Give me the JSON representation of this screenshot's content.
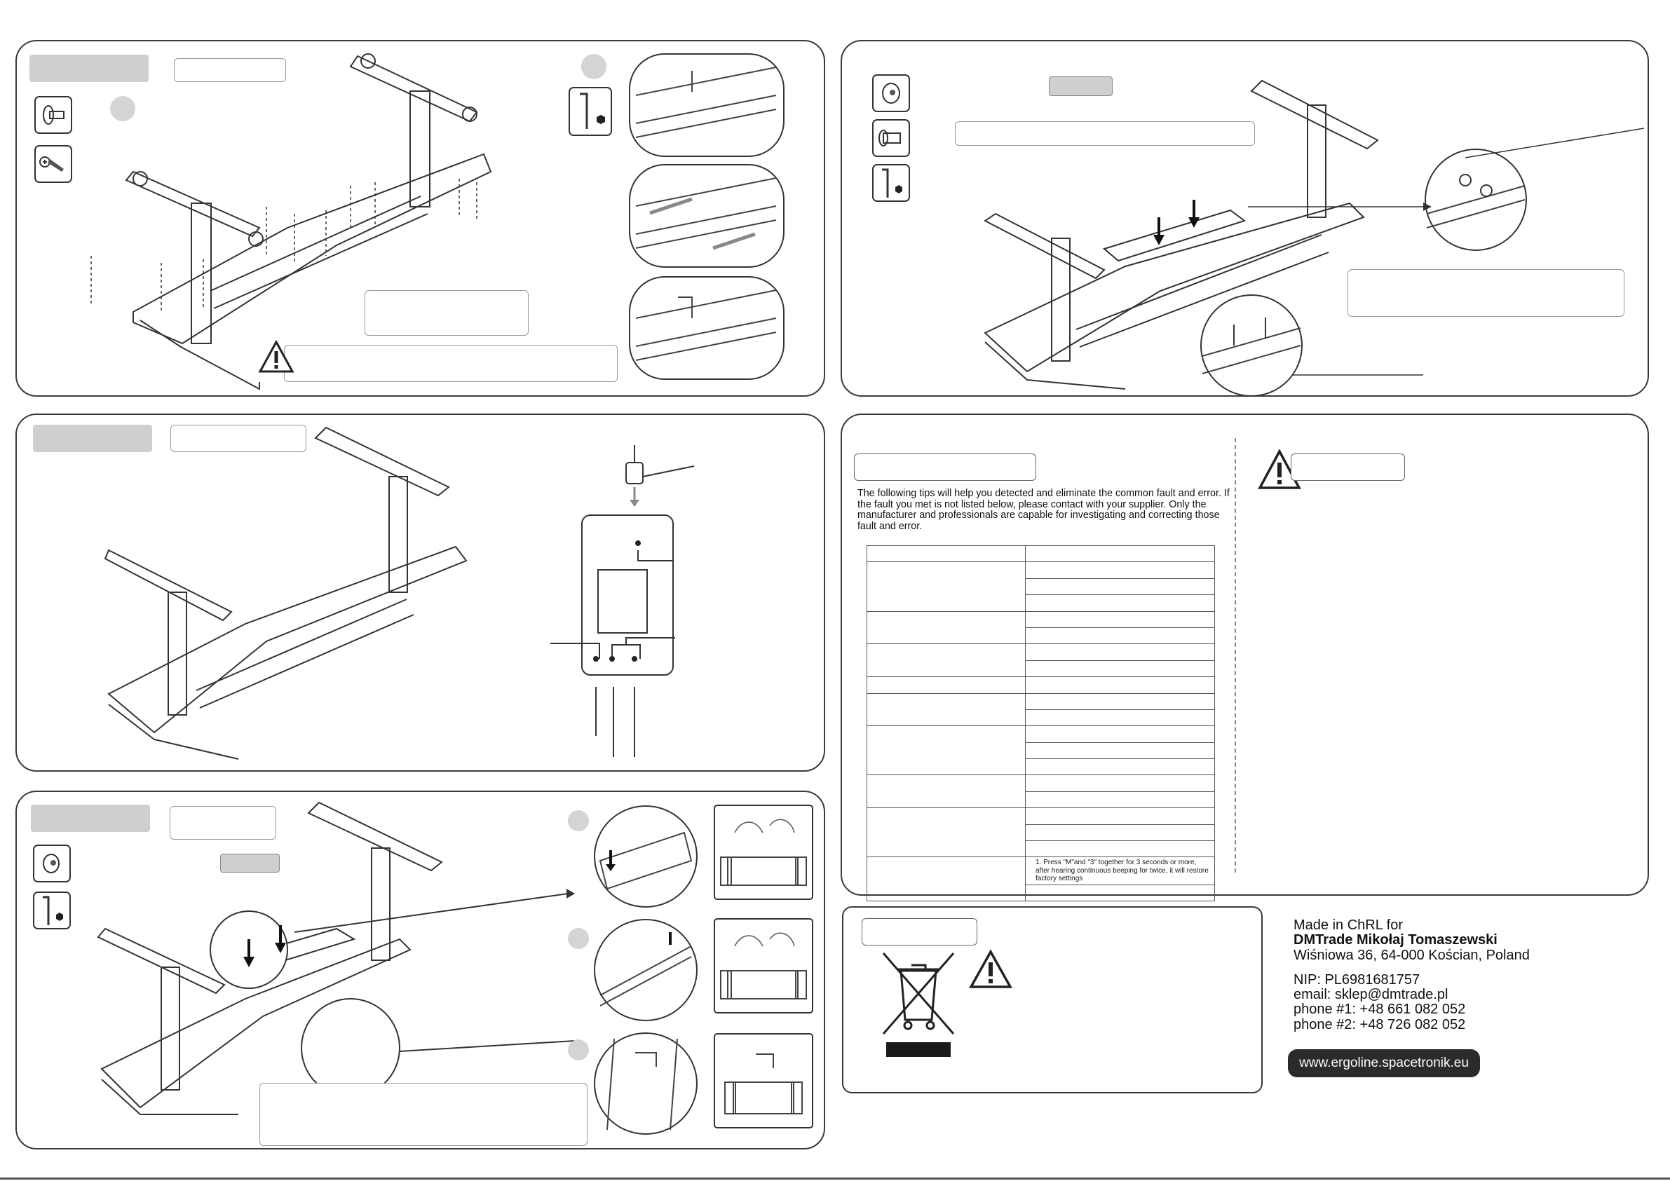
{
  "troubleshooting": {
    "intro": "The following tips will help you detected and eliminate the common fault and error. If the fault you met is not listed below, please contact with your supplier. Only the manufacturer and professionals are capable for investigating and correcting those fault and error.",
    "reset_tip": "1. Press \"M\"and \"3\" together for 3 seconds or more, after hearing continuous beeping for twice, it will restore factory settings"
  },
  "manufacturer": {
    "made_in": "Made in ChRL for",
    "company": "DMTrade Mikołaj Tomaszewski",
    "address": "Wiśniowa 36, 64-000 Kościan, Poland",
    "nip": "NIP: PL6981681757",
    "email": "email: sklep@dmtrade.pl",
    "phone1": "phone #1: +48 661 082 052",
    "phone2": "phone #2: +48 726 082 052"
  },
  "website": "www.ergoline.spacetronik.eu",
  "icons": [
    "bolt-icon",
    "screwdriver-icon",
    "hex-key-icon",
    "warning-icon",
    "weee-bin-icon",
    "power-plug-icon"
  ],
  "colors": {
    "line": "#3a3a3a",
    "placeholder": "#cfcfcf",
    "badge": "#2b2b2b"
  }
}
